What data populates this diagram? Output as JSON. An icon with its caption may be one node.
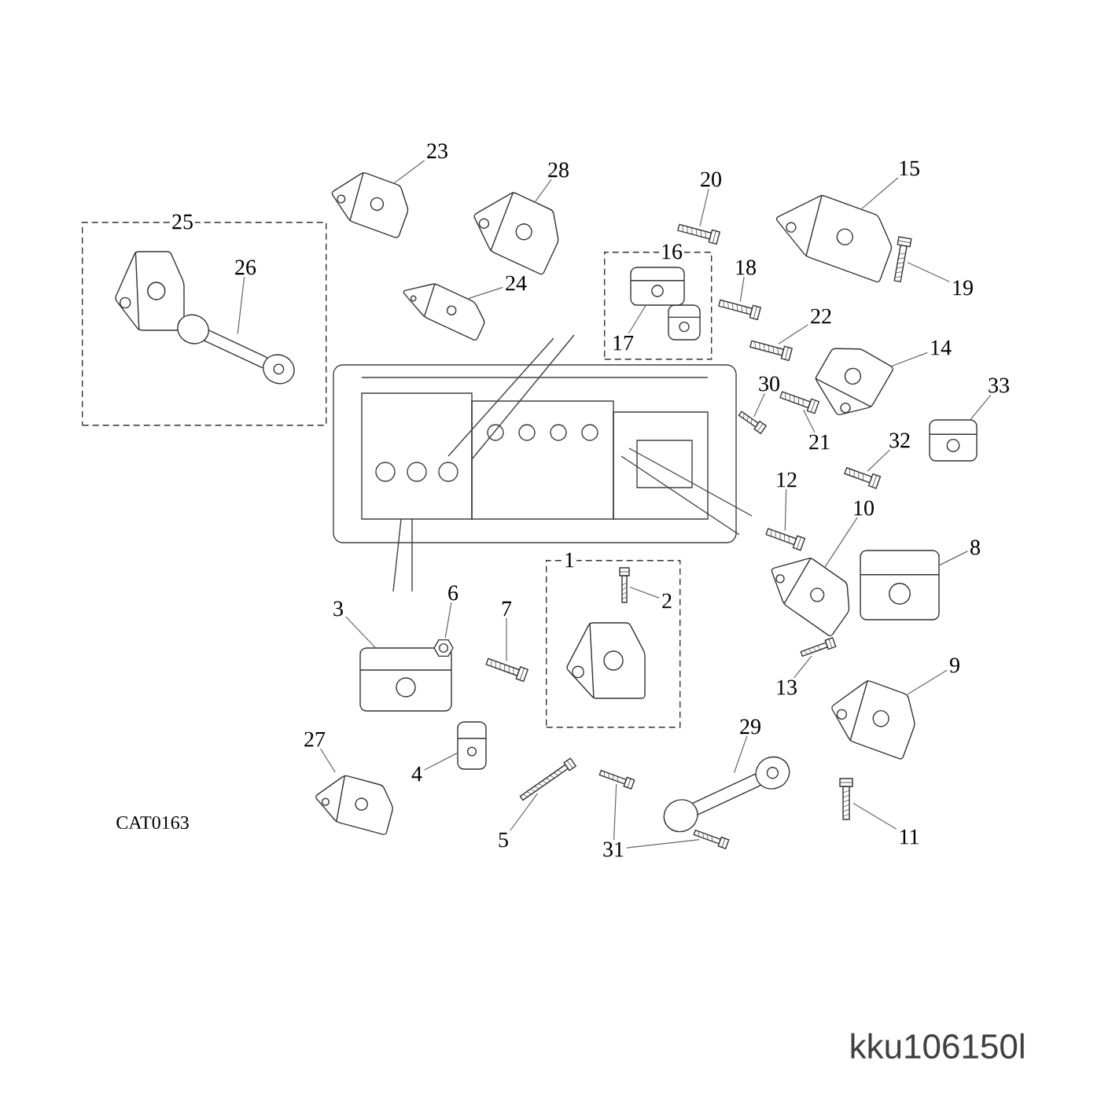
{
  "diagram": {
    "nodes": [
      {
        "text": [
          "23"
        ]
      },
      {
        "text": [],
        "shape": "picture"
      },
      {
        "text": [
          "28"
        ]
      },
      {
        "text": [],
        "shape": "picture"
      },
      {
        "text": [
          "20"
        ]
      },
      {
        "text": [],
        "shape": "picture"
      },
      {
        "text": [
          "15"
        ]
      },
      {
        "text": [],
        "shape": "picture"
      },
      {
        "text": [
          "25"
        ]
      },
      {
        "text": [
          "26"
        ],
        "in": 8
      },
      {
        "text": [],
        "shape": "picture",
        "in": 8
      },
      {
        "text": [
          "16"
        ]
      },
      {
        "text": [
          "17"
        ],
        "in": 11
      },
      {
        "text": [],
        "shape": "picture",
        "in": 11
      },
      {
        "text": [
          "18"
        ]
      },
      {
        "text": [],
        "shape": "picture"
      },
      {
        "text": [
          "24"
        ]
      },
      {
        "text": [],
        "shape": "picture"
      },
      {
        "text": [
          "19"
        ]
      },
      {
        "text": [],
        "shape": "picture"
      },
      {
        "text": [
          "22"
        ]
      },
      {
        "text": [],
        "shape": "picture"
      },
      {
        "text": [
          "14"
        ]
      },
      {
        "text": [],
        "shape": "picture"
      },
      {
        "text": [
          "30"
        ]
      },
      {
        "text": [],
        "shape": "picture"
      },
      {
        "text": [
          "33"
        ]
      },
      {
        "text": [],
        "shape": "picture"
      },
      {
        "text": [
          "21"
        ]
      },
      {
        "text": [],
        "shape": "picture"
      },
      {
        "text": [
          "32"
        ]
      },
      {
        "text": [],
        "shape": "picture"
      },
      {
        "text": [
          "12"
        ]
      },
      {
        "text": [],
        "shape": "picture"
      },
      {
        "text": [
          "10"
        ]
      },
      {
        "text": [],
        "shape": "picture"
      },
      {
        "text": [
          "8"
        ]
      },
      {
        "text": [],
        "shape": "picture"
      },
      {
        "text": [
          "1"
        ]
      },
      {
        "text": [
          "2"
        ],
        "in": 38
      },
      {
        "text": [],
        "shape": "picture",
        "in": 38
      },
      {
        "text": [
          "3"
        ]
      },
      {
        "text": [],
        "shape": "picture"
      },
      {
        "text": [
          "6"
        ]
      },
      {
        "text": [],
        "shape": "picture"
      },
      {
        "text": [
          "7"
        ]
      },
      {
        "text": [],
        "shape": "picture"
      },
      {
        "text": [
          "9"
        ]
      },
      {
        "text": [],
        "shape": "picture"
      },
      {
        "text": [
          "13"
        ]
      },
      {
        "text": [],
        "shape": "picture"
      },
      {
        "text": [
          "29"
        ]
      },
      {
        "text": [],
        "shape": "picture"
      },
      {
        "text": [
          "27"
        ]
      },
      {
        "text": [],
        "shape": "picture"
      },
      {
        "text": [
          "4"
        ]
      },
      {
        "text": [],
        "shape": "picture"
      },
      {
        "text": [
          "5"
        ]
      },
      {
        "text": [],
        "shape": "picture"
      },
      {
        "text": [
          "11"
        ]
      },
      {
        "text": [],
        "shape": "picture"
      },
      {
        "text": [
          "31"
        ]
      },
      {
        "text": [],
        "shape": "picture"
      },
      {
        "text": [],
        "shape": "picture"
      }
    ],
    "edges": [
      {
        "from": 0,
        "to": 1,
        "arrow": "none"
      },
      {
        "from": 2,
        "to": 3,
        "arrow": "none"
      },
      {
        "from": 4,
        "to": 5,
        "arrow": "none"
      },
      {
        "from": 6,
        "to": 7,
        "arrow": "none"
      },
      {
        "from": 9,
        "to": 10,
        "arrow": "none"
      },
      {
        "from": 12,
        "to": 13,
        "arrow": "none"
      },
      {
        "from": 14,
        "to": 15,
        "arrow": "none"
      },
      {
        "from": 16,
        "to": 17,
        "arrow": "none"
      },
      {
        "from": 18,
        "to": 19,
        "arrow": "none"
      },
      {
        "from": 20,
        "to": 21,
        "arrow": "none"
      },
      {
        "from": 22,
        "to": 23,
        "arrow": "none"
      },
      {
        "from": 24,
        "to": 25,
        "arrow": "none"
      },
      {
        "from": 26,
        "to": 27,
        "arrow": "none"
      },
      {
        "from": 28,
        "to": 29,
        "arrow": "none"
      },
      {
        "from": 30,
        "to": 31,
        "arrow": "none"
      },
      {
        "from": 32,
        "to": 33,
        "arrow": "none"
      },
      {
        "from": 34,
        "to": 35,
        "arrow": "none"
      },
      {
        "from": 36,
        "to": 37,
        "arrow": "none"
      },
      {
        "from": 39,
        "to": 40,
        "arrow": "none"
      },
      {
        "from": 41,
        "to": 42,
        "arrow": "none"
      },
      {
        "from": 43,
        "to": 44,
        "arrow": "none"
      },
      {
        "from": 45,
        "to": 46,
        "arrow": "none"
      },
      {
        "from": 47,
        "to": 48,
        "arrow": "none"
      },
      {
        "from": 49,
        "to": 50,
        "arrow": "none"
      },
      {
        "from": 51,
        "to": 52,
        "arrow": "none"
      },
      {
        "from": 53,
        "to": 54,
        "arrow": "none"
      },
      {
        "from": 55,
        "to": 56,
        "arrow": "none"
      },
      {
        "from": 57,
        "to": 58,
        "arrow": "none"
      },
      {
        "from": 59,
        "to": 60,
        "arrow": "none"
      },
      {
        "from": 61,
        "to": 62,
        "arrow": "none"
      },
      {
        "from": 61,
        "to": 63,
        "arrow": "none"
      }
    ],
    "labels": [
      "CAT0163",
      "kku106150l"
    ]
  }
}
